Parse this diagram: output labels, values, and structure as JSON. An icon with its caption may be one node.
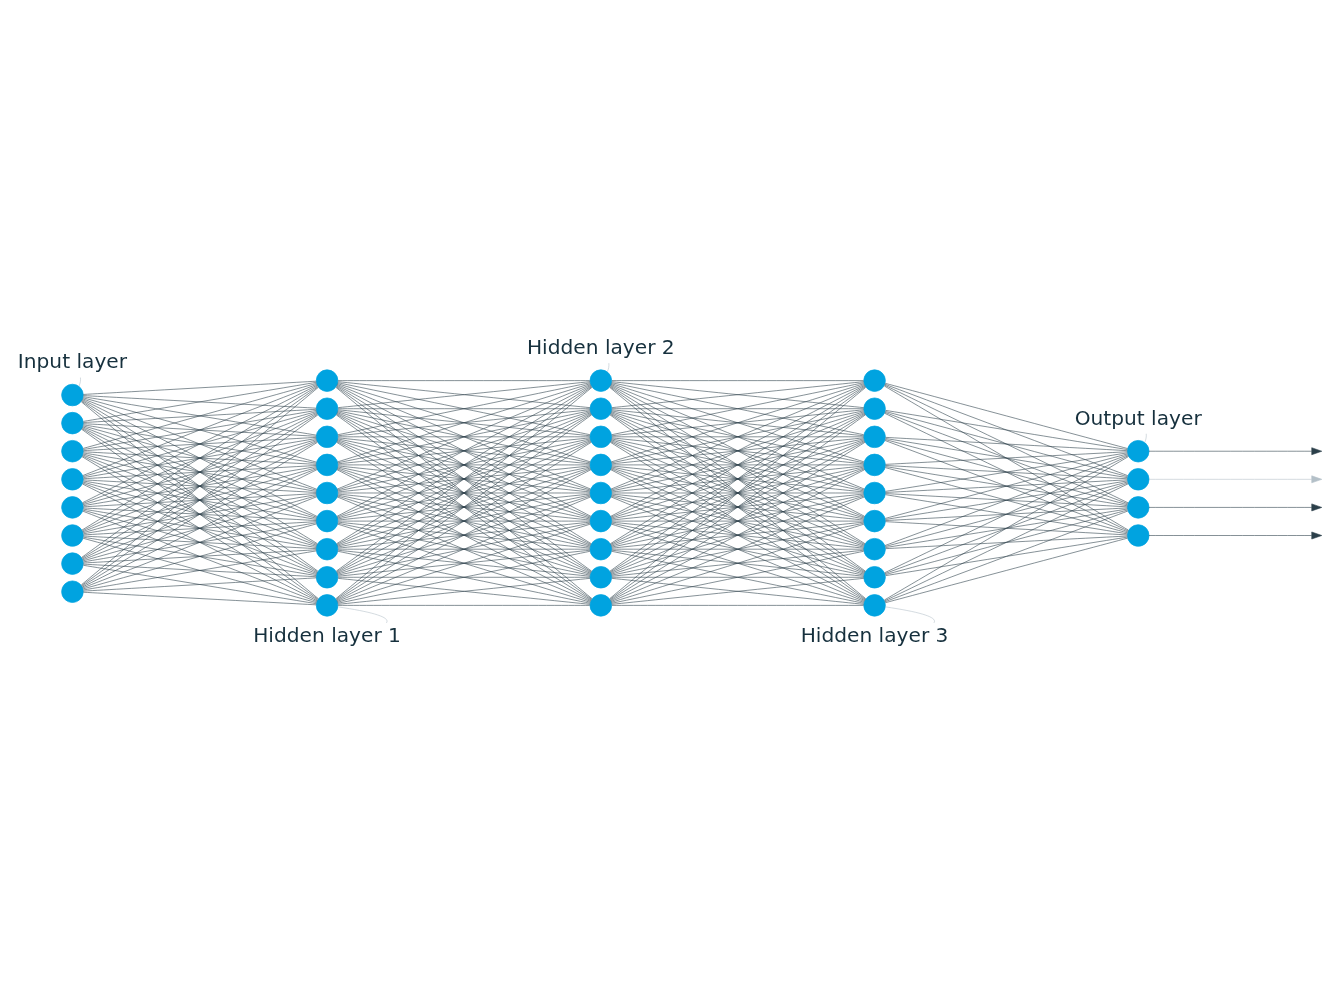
{
  "diagram": {
    "nodes": [
      {
        "text": [
          "Input layer"
        ]
      },
      {
        "text": [
          "Hidden layer 2"
        ]
      },
      {
        "text": [
          "Output layer"
        ]
      },
      {
        "text": [
          "Hidden layer 1"
        ]
      },
      {
        "text": [
          "Hidden layer 3"
        ]
      },
      {
        "text": [],
        "shape": "circle"
      },
      {
        "text": [],
        "shape": "circle"
      },
      {
        "text": [],
        "shape": "circle"
      },
      {
        "text": [],
        "shape": "circle"
      },
      {
        "text": [],
        "shape": "circle"
      },
      {
        "text": [],
        "shape": "circle"
      },
      {
        "text": [],
        "shape": "circle"
      },
      {
        "text": [],
        "shape": "circle"
      },
      {
        "text": [],
        "shape": "circle"
      },
      {
        "text": [],
        "shape": "circle"
      },
      {
        "text": [],
        "shape": "circle"
      },
      {
        "text": [],
        "shape": "circle"
      },
      {
        "text": [],
        "shape": "circle"
      },
      {
        "text": [],
        "shape": "circle"
      },
      {
        "text": [],
        "shape": "circle"
      },
      {
        "text": [],
        "shape": "circle"
      },
      {
        "text": [],
        "shape": "circle"
      },
      {
        "text": [],
        "shape": "circle"
      },
      {
        "text": [],
        "shape": "circle"
      },
      {
        "text": [],
        "shape": "circle"
      },
      {
        "text": [],
        "shape": "circle"
      },
      {
        "text": [],
        "shape": "circle"
      },
      {
        "text": [],
        "shape": "circle"
      },
      {
        "text": [],
        "shape": "circle"
      },
      {
        "text": [],
        "shape": "circle"
      },
      {
        "text": [],
        "shape": "circle"
      },
      {
        "text": [],
        "shape": "circle"
      },
      {
        "text": [],
        "shape": "circle"
      },
      {
        "text": [],
        "shape": "circle"
      },
      {
        "text": [],
        "shape": "circle"
      },
      {
        "text": [],
        "shape": "circle"
      },
      {
        "text": [],
        "shape": "circle"
      },
      {
        "text": [],
        "shape": "circle"
      },
      {
        "text": [],
        "shape": "circle"
      },
      {
        "text": [],
        "shape": "circle"
      },
      {
        "text": [],
        "shape": "circle"
      },
      {
        "text": [],
        "shape": "circle"
      },
      {
        "text": [],
        "shape": "circle"
      },
      {
        "text": [],
        "shape": "circle"
      }
    ],
    "edges": [
      {
        "from": 0,
        "to": 5,
        "arrow": "none",
        "color": "#b4c0c8"
      },
      {
        "from": 1,
        "to": 22,
        "arrow": "none",
        "color": "#b4c0c8"
      },
      {
        "from": 2,
        "to": 40,
        "arrow": "none",
        "color": "#b4c0c8"
      },
      {
        "from": 3,
        "to": 21,
        "arrow": "none",
        "color": "#b4c0c8"
      },
      {
        "from": 4,
        "to": 39,
        "arrow": "none",
        "color": "#b4c0c8"
      },
      {
        "from": 5,
        "to": 13,
        "arrow": "none"
      },
      {
        "from": 5,
        "to": 14,
        "arrow": "none"
      },
      {
        "from": 5,
        "to": 15,
        "arrow": "none"
      },
      {
        "from": 5,
        "to": 16,
        "arrow": "none"
      },
      {
        "from": 5,
        "to": 17,
        "arrow": "none"
      },
      {
        "from": 5,
        "to": 18,
        "arrow": "none"
      },
      {
        "from": 5,
        "to": 19,
        "arrow": "none"
      },
      {
        "from": 5,
        "to": 20,
        "arrow": "none"
      },
      {
        "from": 5,
        "to": 21,
        "arrow": "none"
      },
      {
        "from": 6,
        "to": 13,
        "arrow": "none"
      },
      {
        "from": 6,
        "to": 14,
        "arrow": "none"
      },
      {
        "from": 6,
        "to": 15,
        "arrow": "none"
      },
      {
        "from": 6,
        "to": 16,
        "arrow": "none"
      },
      {
        "from": 6,
        "to": 17,
        "arrow": "none"
      },
      {
        "from": 6,
        "to": 18,
        "arrow": "none"
      },
      {
        "from": 6,
        "to": 19,
        "arrow": "none"
      },
      {
        "from": 6,
        "to": 20,
        "arrow": "none"
      },
      {
        "from": 6,
        "to": 21,
        "arrow": "none"
      },
      {
        "from": 7,
        "to": 13,
        "arrow": "none"
      },
      {
        "from": 7,
        "to": 14,
        "arrow": "none"
      },
      {
        "from": 7,
        "to": 15,
        "arrow": "none"
      },
      {
        "from": 7,
        "to": 16,
        "arrow": "none"
      },
      {
        "from": 7,
        "to": 17,
        "arrow": "none"
      },
      {
        "from": 7,
        "to": 18,
        "arrow": "none"
      },
      {
        "from": 7,
        "to": 19,
        "arrow": "none"
      },
      {
        "from": 7,
        "to": 20,
        "arrow": "none"
      },
      {
        "from": 7,
        "to": 21,
        "arrow": "none"
      },
      {
        "from": 8,
        "to": 13,
        "arrow": "none"
      },
      {
        "from": 8,
        "to": 14,
        "arrow": "none"
      },
      {
        "from": 8,
        "to": 15,
        "arrow": "none"
      },
      {
        "from": 8,
        "to": 16,
        "arrow": "none"
      },
      {
        "from": 8,
        "to": 17,
        "arrow": "none"
      },
      {
        "from": 8,
        "to": 18,
        "arrow": "none"
      },
      {
        "from": 8,
        "to": 19,
        "arrow": "none"
      },
      {
        "from": 8,
        "to": 20,
        "arrow": "none"
      },
      {
        "from": 8,
        "to": 21,
        "arrow": "none"
      },
      {
        "from": 9,
        "to": 13,
        "arrow": "none"
      },
      {
        "from": 9,
        "to": 14,
        "arrow": "none"
      },
      {
        "from": 9,
        "to": 15,
        "arrow": "none"
      },
      {
        "from": 9,
        "to": 16,
        "arrow": "none"
      },
      {
        "from": 9,
        "to": 17,
        "arrow": "none"
      },
      {
        "from": 9,
        "to": 18,
        "arrow": "none"
      },
      {
        "from": 9,
        "to": 19,
        "arrow": "none"
      },
      {
        "from": 9,
        "to": 20,
        "arrow": "none"
      },
      {
        "from": 9,
        "to": 21,
        "arrow": "none"
      },
      {
        "from": 10,
        "to": 13,
        "arrow": "none"
      },
      {
        "from": 10,
        "to": 14,
        "arrow": "none"
      },
      {
        "from": 10,
        "to": 15,
        "arrow": "none"
      },
      {
        "from": 10,
        "to": 16,
        "arrow": "none"
      },
      {
        "from": 10,
        "to": 17,
        "arrow": "none"
      },
      {
        "from": 10,
        "to": 18,
        "arrow": "none"
      },
      {
        "from": 10,
        "to": 19,
        "arrow": "none"
      },
      {
        "from": 10,
        "to": 20,
        "arrow": "none"
      },
      {
        "from": 10,
        "to": 21,
        "arrow": "none"
      },
      {
        "from": 11,
        "to": 13,
        "arrow": "none"
      },
      {
        "from": 11,
        "to": 14,
        "arrow": "none"
      },
      {
        "from": 11,
        "to": 15,
        "arrow": "none"
      },
      {
        "from": 11,
        "to": 16,
        "arrow": "none"
      },
      {
        "from": 11,
        "to": 17,
        "arrow": "none"
      },
      {
        "from": 11,
        "to": 18,
        "arrow": "none"
      },
      {
        "from": 11,
        "to": 19,
        "arrow": "none"
      },
      {
        "from": 11,
        "to": 20,
        "arrow": "none"
      },
      {
        "from": 11,
        "to": 21,
        "arrow": "none"
      },
      {
        "from": 12,
        "to": 13,
        "arrow": "none"
      },
      {
        "from": 12,
        "to": 14,
        "arrow": "none"
      },
      {
        "from": 12,
        "to": 15,
        "arrow": "none"
      },
      {
        "from": 12,
        "to": 16,
        "arrow": "none"
      },
      {
        "from": 12,
        "to": 17,
        "arrow": "none"
      },
      {
        "from": 12,
        "to": 18,
        "arrow": "none"
      },
      {
        "from": 12,
        "to": 19,
        "arrow": "none"
      },
      {
        "from": 12,
        "to": 20,
        "arrow": "none"
      },
      {
        "from": 12,
        "to": 21,
        "arrow": "none"
      },
      {
        "from": 13,
        "to": 22,
        "arrow": "none"
      },
      {
        "from": 13,
        "to": 23,
        "arrow": "none"
      },
      {
        "from": 13,
        "to": 24,
        "arrow": "none"
      },
      {
        "from": 13,
        "to": 25,
        "arrow": "none"
      },
      {
        "from": 13,
        "to": 26,
        "arrow": "none"
      },
      {
        "from": 13,
        "to": 27,
        "arrow": "none"
      },
      {
        "from": 13,
        "to": 28,
        "arrow": "none"
      },
      {
        "from": 13,
        "to": 29,
        "arrow": "none"
      },
      {
        "from": 13,
        "to": 30,
        "arrow": "none"
      },
      {
        "from": 14,
        "to": 22,
        "arrow": "none"
      },
      {
        "from": 14,
        "to": 23,
        "arrow": "none"
      },
      {
        "from": 14,
        "to": 24,
        "arrow": "none"
      },
      {
        "from": 14,
        "to": 25,
        "arrow": "none"
      },
      {
        "from": 14,
        "to": 26,
        "arrow": "none"
      },
      {
        "from": 14,
        "to": 27,
        "arrow": "none"
      },
      {
        "from": 14,
        "to": 28,
        "arrow": "none"
      },
      {
        "from": 14,
        "to": 29,
        "arrow": "none"
      },
      {
        "from": 14,
        "to": 30,
        "arrow": "none"
      },
      {
        "from": 15,
        "to": 22,
        "arrow": "none"
      },
      {
        "from": 15,
        "to": 23,
        "arrow": "none"
      },
      {
        "from": 15,
        "to": 24,
        "arrow": "none"
      },
      {
        "from": 15,
        "to": 25,
        "arrow": "none"
      },
      {
        "from": 15,
        "to": 26,
        "arrow": "none"
      },
      {
        "from": 15,
        "to": 27,
        "arrow": "none"
      },
      {
        "from": 15,
        "to": 28,
        "arrow": "none"
      },
      {
        "from": 15,
        "to": 29,
        "arrow": "none"
      },
      {
        "from": 15,
        "to": 30,
        "arrow": "none"
      },
      {
        "from": 16,
        "to": 22,
        "arrow": "none"
      },
      {
        "from": 16,
        "to": 23,
        "arrow": "none"
      },
      {
        "from": 16,
        "to": 24,
        "arrow": "none"
      },
      {
        "from": 16,
        "to": 25,
        "arrow": "none"
      },
      {
        "from": 16,
        "to": 26,
        "arrow": "none"
      },
      {
        "from": 16,
        "to": 27,
        "arrow": "none"
      },
      {
        "from": 16,
        "to": 28,
        "arrow": "none"
      },
      {
        "from": 16,
        "to": 29,
        "arrow": "none"
      },
      {
        "from": 16,
        "to": 30,
        "arrow": "none"
      },
      {
        "from": 17,
        "to": 22,
        "arrow": "none"
      },
      {
        "from": 17,
        "to": 23,
        "arrow": "none"
      },
      {
        "from": 17,
        "to": 24,
        "arrow": "none"
      },
      {
        "from": 17,
        "to": 25,
        "arrow": "none"
      },
      {
        "from": 17,
        "to": 26,
        "arrow": "none"
      },
      {
        "from": 17,
        "to": 27,
        "arrow": "none"
      },
      {
        "from": 17,
        "to": 28,
        "arrow": "none"
      },
      {
        "from": 17,
        "to": 29,
        "arrow": "none"
      },
      {
        "from": 17,
        "to": 30,
        "arrow": "none"
      },
      {
        "from": 18,
        "to": 22,
        "arrow": "none"
      },
      {
        "from": 18,
        "to": 23,
        "arrow": "none"
      },
      {
        "from": 18,
        "to": 24,
        "arrow": "none"
      },
      {
        "from": 18,
        "to": 25,
        "arrow": "none"
      },
      {
        "from": 18,
        "to": 26,
        "arrow": "none"
      },
      {
        "from": 18,
        "to": 27,
        "arrow": "none"
      },
      {
        "from": 18,
        "to": 28,
        "arrow": "none"
      },
      {
        "from": 18,
        "to": 29,
        "arrow": "none"
      },
      {
        "from": 18,
        "to": 30,
        "arrow": "none"
      },
      {
        "from": 19,
        "to": 22,
        "arrow": "none"
      },
      {
        "from": 19,
        "to": 23,
        "arrow": "none"
      },
      {
        "from": 19,
        "to": 24,
        "arrow": "none"
      },
      {
        "from": 19,
        "to": 25,
        "arrow": "none"
      },
      {
        "from": 19,
        "to": 26,
        "arrow": "none"
      },
      {
        "from": 19,
        "to": 27,
        "arrow": "none"
      },
      {
        "from": 19,
        "to": 28,
        "arrow": "none"
      },
      {
        "from": 19,
        "to": 29,
        "arrow": "none"
      },
      {
        "from": 19,
        "to": 30,
        "arrow": "none"
      },
      {
        "from": 20,
        "to": 22,
        "arrow": "none"
      },
      {
        "from": 20,
        "to": 23,
        "arrow": "none"
      },
      {
        "from": 20,
        "to": 24,
        "arrow": "none"
      },
      {
        "from": 20,
        "to": 25,
        "arrow": "none"
      },
      {
        "from": 20,
        "to": 26,
        "arrow": "none"
      },
      {
        "from": 20,
        "to": 27,
        "arrow": "none"
      },
      {
        "from": 20,
        "to": 28,
        "arrow": "none"
      },
      {
        "from": 20,
        "to": 29,
        "arrow": "none"
      },
      {
        "from": 20,
        "to": 30,
        "arrow": "none"
      },
      {
        "from": 21,
        "to": 22,
        "arrow": "none"
      },
      {
        "from": 21,
        "to": 23,
        "arrow": "none"
      },
      {
        "from": 21,
        "to": 24,
        "arrow": "none"
      },
      {
        "from": 21,
        "to": 25,
        "arrow": "none"
      },
      {
        "from": 21,
        "to": 26,
        "arrow": "none"
      },
      {
        "from": 21,
        "to": 27,
        "arrow": "none"
      },
      {
        "from": 21,
        "to": 28,
        "arrow": "none"
      },
      {
        "from": 21,
        "to": 29,
        "arrow": "none"
      },
      {
        "from": 21,
        "to": 30,
        "arrow": "none"
      },
      {
        "from": 22,
        "to": 31,
        "arrow": "none"
      },
      {
        "from": 22,
        "to": 32,
        "arrow": "none"
      },
      {
        "from": 22,
        "to": 33,
        "arrow": "none"
      },
      {
        "from": 22,
        "to": 34,
        "arrow": "none"
      },
      {
        "from": 22,
        "to": 35,
        "arrow": "none"
      },
      {
        "from": 22,
        "to": 36,
        "arrow": "none"
      },
      {
        "from": 22,
        "to": 37,
        "arrow": "none"
      },
      {
        "from": 22,
        "to": 38,
        "arrow": "none"
      },
      {
        "from": 22,
        "to": 39,
        "arrow": "none"
      },
      {
        "from": 23,
        "to": 31,
        "arrow": "none"
      },
      {
        "from": 23,
        "to": 32,
        "arrow": "none"
      },
      {
        "from": 23,
        "to": 33,
        "arrow": "none"
      },
      {
        "from": 23,
        "to": 34,
        "arrow": "none"
      },
      {
        "from": 23,
        "to": 35,
        "arrow": "none"
      },
      {
        "from": 23,
        "to": 36,
        "arrow": "none"
      },
      {
        "from": 23,
        "to": 37,
        "arrow": "none"
      },
      {
        "from": 23,
        "to": 38,
        "arrow": "none"
      },
      {
        "from": 23,
        "to": 39,
        "arrow": "none"
      },
      {
        "from": 24,
        "to": 31,
        "arrow": "none"
      },
      {
        "from": 24,
        "to": 32,
        "arrow": "none"
      },
      {
        "from": 24,
        "to": 33,
        "arrow": "none"
      },
      {
        "from": 24,
        "to": 34,
        "arrow": "none"
      },
      {
        "from": 24,
        "to": 35,
        "arrow": "none"
      },
      {
        "from": 24,
        "to": 36,
        "arrow": "none"
      },
      {
        "from": 24,
        "to": 37,
        "arrow": "none"
      },
      {
        "from": 24,
        "to": 38,
        "arrow": "none"
      },
      {
        "from": 24,
        "to": 39,
        "arrow": "none"
      },
      {
        "from": 25,
        "to": 31,
        "arrow": "none"
      },
      {
        "from": 25,
        "to": 32,
        "arrow": "none"
      },
      {
        "from": 25,
        "to": 33,
        "arrow": "none"
      },
      {
        "from": 25,
        "to": 34,
        "arrow": "none"
      },
      {
        "from": 25,
        "to": 35,
        "arrow": "none"
      },
      {
        "from": 25,
        "to": 36,
        "arrow": "none"
      },
      {
        "from": 25,
        "to": 37,
        "arrow": "none"
      },
      {
        "from": 25,
        "to": 38,
        "arrow": "none"
      },
      {
        "from": 25,
        "to": 39,
        "arrow": "none"
      },
      {
        "from": 26,
        "to": 31,
        "arrow": "none"
      },
      {
        "from": 26,
        "to": 32,
        "arrow": "none"
      },
      {
        "from": 26,
        "to": 33,
        "arrow": "none"
      },
      {
        "from": 26,
        "to": 34,
        "arrow": "none"
      },
      {
        "from": 26,
        "to": 35,
        "arrow": "none"
      },
      {
        "from": 26,
        "to": 36,
        "arrow": "none"
      },
      {
        "from": 26,
        "to": 37,
        "arrow": "none"
      },
      {
        "from": 26,
        "to": 38,
        "arrow": "none"
      },
      {
        "from": 26,
        "to": 39,
        "arrow": "none"
      },
      {
        "from": 27,
        "to": 31,
        "arrow": "none"
      },
      {
        "from": 27,
        "to": 32,
        "arrow": "none"
      },
      {
        "from": 27,
        "to": 33,
        "arrow": "none"
      },
      {
        "from": 27,
        "to": 34,
        "arrow": "none"
      },
      {
        "from": 27,
        "to": 35,
        "arrow": "none"
      },
      {
        "from": 27,
        "to": 36,
        "arrow": "none"
      },
      {
        "from": 27,
        "to": 37,
        "arrow": "none"
      },
      {
        "from": 27,
        "to": 38,
        "arrow": "none"
      },
      {
        "from": 27,
        "to": 39,
        "arrow": "none"
      },
      {
        "from": 28,
        "to": 31,
        "arrow": "none"
      },
      {
        "from": 28,
        "to": 32,
        "arrow": "none"
      },
      {
        "from": 28,
        "to": 33,
        "arrow": "none"
      },
      {
        "from": 28,
        "to": 34,
        "arrow": "none"
      },
      {
        "from": 28,
        "to": 35,
        "arrow": "none"
      },
      {
        "from": 28,
        "to": 36,
        "arrow": "none"
      },
      {
        "from": 28,
        "to": 37,
        "arrow": "none"
      },
      {
        "from": 28,
        "to": 38,
        "arrow": "none"
      },
      {
        "from": 28,
        "to": 39,
        "arrow": "none"
      },
      {
        "from": 29,
        "to": 31,
        "arrow": "none"
      },
      {
        "from": 29,
        "to": 32,
        "arrow": "none"
      },
      {
        "from": 29,
        "to": 33,
        "arrow": "none"
      },
      {
        "from": 29,
        "to": 34,
        "arrow": "none"
      },
      {
        "from": 29,
        "to": 35,
        "arrow": "none"
      },
      {
        "from": 29,
        "to": 36,
        "arrow": "none"
      },
      {
        "from": 29,
        "to": 37,
        "arrow": "none"
      },
      {
        "from": 29,
        "to": 38,
        "arrow": "none"
      },
      {
        "from": 29,
        "to": 39,
        "arrow": "none"
      },
      {
        "from": 30,
        "to": 31,
        "arrow": "none"
      },
      {
        "from": 30,
        "to": 32,
        "arrow": "none"
      },
      {
        "from": 30,
        "to": 33,
        "arrow": "none"
      },
      {
        "from": 30,
        "to": 34,
        "arrow": "none"
      },
      {
        "from": 30,
        "to": 35,
        "arrow": "none"
      },
      {
        "from": 30,
        "to": 36,
        "arrow": "none"
      },
      {
        "from": 30,
        "to": 37,
        "arrow": "none"
      },
      {
        "from": 30,
        "to": 38,
        "arrow": "none"
      },
      {
        "from": 30,
        "to": 39,
        "arrow": "none"
      },
      {
        "from": 31,
        "to": 40,
        "arrow": "none"
      },
      {
        "from": 31,
        "to": 41,
        "arrow": "none"
      },
      {
        "from": 31,
        "to": 42,
        "arrow": "none"
      },
      {
        "from": 31,
        "to": 43,
        "arrow": "none"
      },
      {
        "from": 32,
        "to": 40,
        "arrow": "none"
      },
      {
        "from": 32,
        "to": 41,
        "arrow": "none"
      },
      {
        "from": 32,
        "to": 42,
        "arrow": "none"
      },
      {
        "from": 32,
        "to": 43,
        "arrow": "none"
      },
      {
        "from": 33,
        "to": 40,
        "arrow": "none"
      },
      {
        "from": 33,
        "to": 41,
        "arrow": "none"
      },
      {
        "from": 33,
        "to": 42,
        "arrow": "none"
      },
      {
        "from": 33,
        "to": 43,
        "arrow": "none"
      },
      {
        "from": 34,
        "to": 40,
        "arrow": "none"
      },
      {
        "from": 34,
        "to": 41,
        "arrow": "none"
      },
      {
        "from": 34,
        "to": 42,
        "arrow": "none"
      },
      {
        "from": 34,
        "to": 43,
        "arrow": "none"
      },
      {
        "from": 35,
        "to": 40,
        "arrow": "none"
      },
      {
        "from": 35,
        "to": 41,
        "arrow": "none"
      },
      {
        "from": 35,
        "to": 42,
        "arrow": "none"
      },
      {
        "from": 35,
        "to": 43,
        "arrow": "none"
      },
      {
        "from": 36,
        "to": 40,
        "arrow": "none"
      },
      {
        "from": 36,
        "to": 41,
        "arrow": "none"
      },
      {
        "from": 36,
        "to": 42,
        "arrow": "none"
      },
      {
        "from": 36,
        "to": 43,
        "arrow": "none"
      },
      {
        "from": 37,
        "to": 40,
        "arrow": "none"
      },
      {
        "from": 37,
        "to": 41,
        "arrow": "none"
      },
      {
        "from": 37,
        "to": 42,
        "arrow": "none"
      },
      {
        "from": 37,
        "to": 43,
        "arrow": "none"
      },
      {
        "from": 38,
        "to": 40,
        "arrow": "none"
      },
      {
        "from": 38,
        "to": 41,
        "arrow": "none"
      },
      {
        "from": 38,
        "to": 42,
        "arrow": "none"
      },
      {
        "from": 38,
        "to": 43,
        "arrow": "none"
      },
      {
        "from": 39,
        "to": 40,
        "arrow": "none"
      },
      {
        "from": 39,
        "to": 41,
        "arrow": "none"
      },
      {
        "from": 39,
        "to": 42,
        "arrow": "none"
      },
      {
        "from": 39,
        "to": 43,
        "arrow": "none"
      },
      {
        "from": 40,
        "to": null,
        "arrow": "to"
      },
      {
        "from": 41,
        "to": null,
        "arrow": "to",
        "color": "#b4c0c8"
      },
      {
        "from": 42,
        "to": null,
        "arrow": "to"
      },
      {
        "from": 43,
        "to": null,
        "arrow": "to"
      }
    ]
  }
}
